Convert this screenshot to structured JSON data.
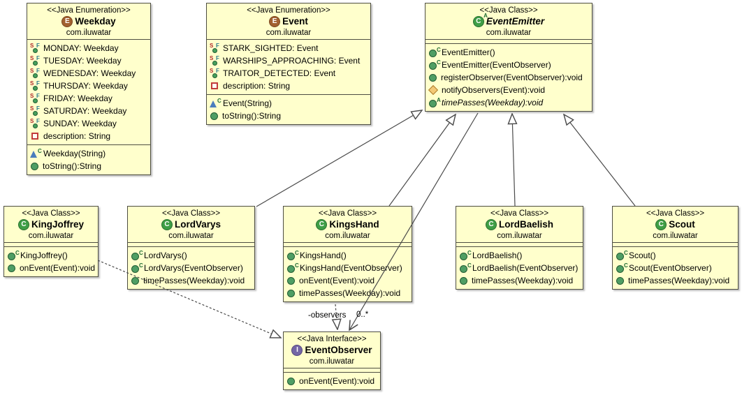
{
  "diagram": {
    "background": "#ffffff",
    "box_fill": "#ffffcc",
    "box_border": "#4d4d42",
    "accent_class_green": "#3f9e46",
    "accent_enum_brown": "#a2602f",
    "accent_interface_purple": "#7466a5",
    "labels": {
      "observers_role": "-observers",
      "observers_multiplicity": "0..*"
    }
  },
  "classes": [
    {
      "id": "weekday",
      "stereotype": "<<Java Enumeration>>",
      "icon": "enum-icon",
      "name": "Weekday",
      "package": "com.iluwatar",
      "fields": [
        {
          "icon": "static-final-field-icon",
          "text": "MONDAY: Weekday"
        },
        {
          "icon": "static-final-field-icon",
          "text": "TUESDAY: Weekday"
        },
        {
          "icon": "static-final-field-icon",
          "text": "WEDNESDAY: Weekday"
        },
        {
          "icon": "static-final-field-icon",
          "text": "THURSDAY: Weekday"
        },
        {
          "icon": "static-final-field-icon",
          "text": "FRIDAY: Weekday"
        },
        {
          "icon": "static-final-field-icon",
          "text": "SATURDAY: Weekday"
        },
        {
          "icon": "static-final-field-icon",
          "text": "SUNDAY: Weekday"
        },
        {
          "icon": "private-field-icon",
          "text": "description: String"
        }
      ],
      "methods": [
        {
          "icon": "package-constructor-icon",
          "text": "Weekday(String)"
        },
        {
          "icon": "public-method-icon",
          "text": "toString():String"
        }
      ]
    },
    {
      "id": "event",
      "stereotype": "<<Java Enumeration>>",
      "icon": "enum-icon",
      "name": "Event",
      "package": "com.iluwatar",
      "fields": [
        {
          "icon": "static-final-field-icon",
          "text": "STARK_SIGHTED: Event"
        },
        {
          "icon": "static-final-field-icon",
          "text": "WARSHIPS_APPROACHING: Event"
        },
        {
          "icon": "static-final-field-icon",
          "text": "TRAITOR_DETECTED: Event"
        },
        {
          "icon": "private-field-icon",
          "text": "description: String"
        }
      ],
      "methods": [
        {
          "icon": "package-constructor-icon",
          "text": "Event(String)"
        },
        {
          "icon": "public-method-icon",
          "text": "toString():String"
        }
      ]
    },
    {
      "id": "eventemitter",
      "stereotype": "<<Java Class>>",
      "icon": "abstract-class-icon",
      "name": "EventEmitter",
      "package": "com.iluwatar",
      "fields": [],
      "methods": [
        {
          "icon": "public-constructor-icon",
          "text": "EventEmitter()"
        },
        {
          "icon": "public-constructor-icon",
          "text": "EventEmitter(EventObserver)"
        },
        {
          "icon": "public-method-icon",
          "text": "registerObserver(EventObserver):void"
        },
        {
          "icon": "protected-method-icon",
          "text": "notifyObservers(Event):void"
        },
        {
          "icon": "abstract-method-icon",
          "text": "timePasses(Weekday):void"
        }
      ]
    },
    {
      "id": "kingjoffrey",
      "stereotype": "<<Java Class>>",
      "icon": "class-icon",
      "name": "KingJoffrey",
      "package": "com.iluwatar",
      "fields": [],
      "methods": [
        {
          "icon": "public-constructor-icon",
          "text": "KingJoffrey()"
        },
        {
          "icon": "public-method-icon",
          "text": "onEvent(Event):void"
        }
      ]
    },
    {
      "id": "lordvarys",
      "stereotype": "<<Java Class>>",
      "icon": "class-icon",
      "name": "LordVarys",
      "package": "com.iluwatar",
      "fields": [],
      "methods": [
        {
          "icon": "public-constructor-icon",
          "text": "LordVarys()"
        },
        {
          "icon": "public-constructor-icon",
          "text": "LordVarys(EventObserver)"
        },
        {
          "icon": "public-method-icon",
          "text": "timePasses(Weekday):void"
        }
      ]
    },
    {
      "id": "kingshand",
      "stereotype": "<<Java Class>>",
      "icon": "class-icon",
      "name": "KingsHand",
      "package": "com.iluwatar",
      "fields": [],
      "methods": [
        {
          "icon": "public-constructor-icon",
          "text": "KingsHand()"
        },
        {
          "icon": "public-constructor-icon",
          "text": "KingsHand(EventObserver)"
        },
        {
          "icon": "public-method-icon",
          "text": "onEvent(Event):void"
        },
        {
          "icon": "public-method-icon",
          "text": "timePasses(Weekday):void"
        }
      ]
    },
    {
      "id": "lordbaelish",
      "stereotype": "<<Java Class>>",
      "icon": "class-icon",
      "name": "LordBaelish",
      "package": "com.iluwatar",
      "fields": [],
      "methods": [
        {
          "icon": "public-constructor-icon",
          "text": "LordBaelish()"
        },
        {
          "icon": "public-constructor-icon",
          "text": "LordBaelish(EventObserver)"
        },
        {
          "icon": "public-method-icon",
          "text": "timePasses(Weekday):void"
        }
      ]
    },
    {
      "id": "scout",
      "stereotype": "<<Java Class>>",
      "icon": "class-icon",
      "name": "Scout",
      "package": "com.iluwatar",
      "fields": [],
      "methods": [
        {
          "icon": "public-constructor-icon",
          "text": "Scout()"
        },
        {
          "icon": "public-constructor-icon",
          "text": "Scout(EventObserver)"
        },
        {
          "icon": "public-method-icon",
          "text": "timePasses(Weekday):void"
        }
      ]
    },
    {
      "id": "eventobserver",
      "stereotype": "<<Java Interface>>",
      "icon": "interface-icon",
      "name": "EventObserver",
      "package": "com.iluwatar",
      "fields": [],
      "methods": [
        {
          "icon": "public-method-icon",
          "text": "onEvent(Event):void"
        }
      ]
    }
  ],
  "relationships": [
    {
      "type": "generalization",
      "from": "LordVarys",
      "to": "EventEmitter"
    },
    {
      "type": "generalization",
      "from": "KingsHand",
      "to": "EventEmitter"
    },
    {
      "type": "generalization",
      "from": "LordBaelish",
      "to": "EventEmitter"
    },
    {
      "type": "generalization",
      "from": "Scout",
      "to": "EventEmitter"
    },
    {
      "type": "realization",
      "from": "KingJoffrey",
      "to": "EventObserver"
    },
    {
      "type": "realization",
      "from": "KingsHand",
      "to": "EventObserver"
    },
    {
      "type": "association",
      "from": "EventEmitter",
      "to": "EventObserver",
      "role": "-observers",
      "multiplicity": "0..*"
    }
  ]
}
